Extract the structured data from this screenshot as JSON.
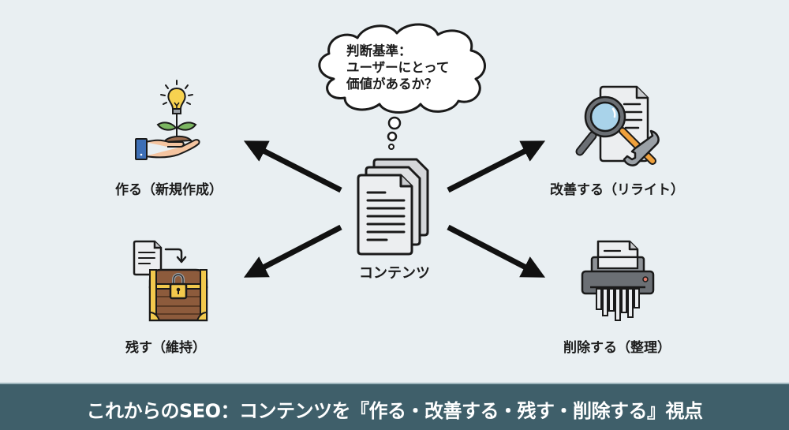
{
  "thought_bubble": {
    "lines": [
      "判断基準：",
      "ユーザーにとって",
      "価値があるか？"
    ]
  },
  "center": {
    "label": "コンテンツ",
    "icon": "stacked-documents-icon"
  },
  "actions": [
    {
      "id": "create",
      "label": "作る（新規作成）",
      "icon": "hand-plant-lightbulb-icon",
      "direction": "top-left"
    },
    {
      "id": "improve",
      "label": "改善する（リライト）",
      "icon": "document-magnifier-wrench-icon",
      "direction": "top-right"
    },
    {
      "id": "keep",
      "label": "残す（維持）",
      "icon": "document-to-treasure-chest-icon",
      "direction": "bottom-left"
    },
    {
      "id": "delete",
      "label": "削除する（整理）",
      "icon": "paper-shredder-icon",
      "direction": "bottom-right"
    }
  ],
  "banner": {
    "title": "これからのSEO：コンテンツを『作る・改善する・残す・削除する』視点"
  },
  "colors": {
    "background": "#e9eff2",
    "banner": "#3f5f6a",
    "banner_text": "#ffffff",
    "arrow": "#111111"
  }
}
